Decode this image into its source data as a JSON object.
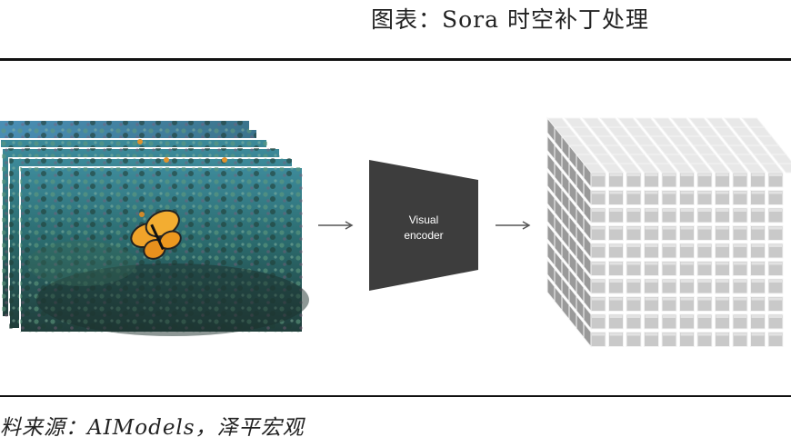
{
  "title": "图表：Sora 时空补丁处理",
  "source": "料来源：AIModels，泽平宏观",
  "encoder": {
    "line1": "Visual",
    "line2": "encoder"
  },
  "colors": {
    "encoder_fill": "#3d3d3d",
    "cube_face": "#c9c9c9",
    "cube_top": "#e8e8e8",
    "cube_side": "#9a9a9a",
    "rule": "#111111"
  },
  "icons": {
    "arrow": "right-arrow-icon"
  }
}
